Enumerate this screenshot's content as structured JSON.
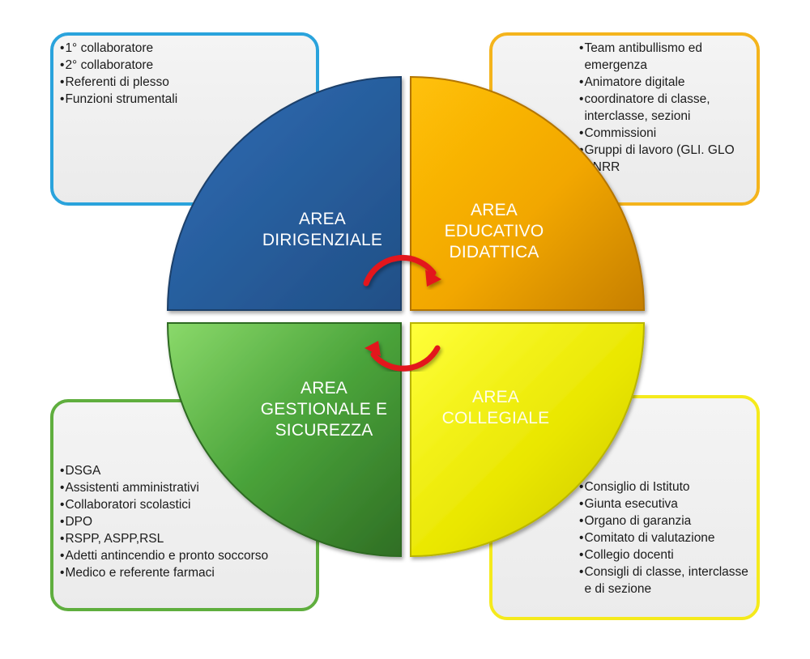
{
  "areas": {
    "dirigenziale": {
      "label": "AREA\nDIRIGENZIALE",
      "color": "#2c64a6",
      "items": [
        "1° collaboratore",
        "2° collaboratore",
        "Referenti di plesso",
        "Funzioni strumentali"
      ]
    },
    "educativo_didattica": {
      "label": "AREA\nEDUCATIVO\nDIDATTICA",
      "color": "#f2a905",
      "items": [
        "Team antibullismo ed emergenza",
        "Animatore digitale",
        "coordinatore di classe, interclasse, sezioni",
        "Commissioni",
        "Gruppi di lavoro (GLI.  GLO PNRR"
      ]
    },
    "gestionale_sicurezza": {
      "label": "AREA\nGESTIONALE E\nSICUREZZA",
      "color": "#4fa83a",
      "items": [
        "DSGA",
        "Assistenti amministrativi",
        "Collaboratori scolastici",
        "DPO",
        "RSPP, ASPP,RSL",
        "Adetti antincendio e pronto soccorso",
        "Medico e referente farmaci"
      ]
    },
    "collegiale": {
      "label": "AREA\nCOLLEGIALE",
      "color": "#e8e600",
      "items": [
        "Consiglio di Istituto",
        "Giunta esecutiva",
        "Organo di garanzia",
        "Comitato di valutazione",
        "Collegio docenti",
        "Consigli di classe, interclasse e di sezione"
      ]
    }
  },
  "colors": {
    "box_blue": "#2aa3dc",
    "box_orange": "#f4b41c",
    "box_green": "#5fae3e",
    "box_yellow": "#f5ea1c",
    "arrow_red": "#e3141b"
  },
  "icons": [
    "circular-arrow-icon"
  ]
}
